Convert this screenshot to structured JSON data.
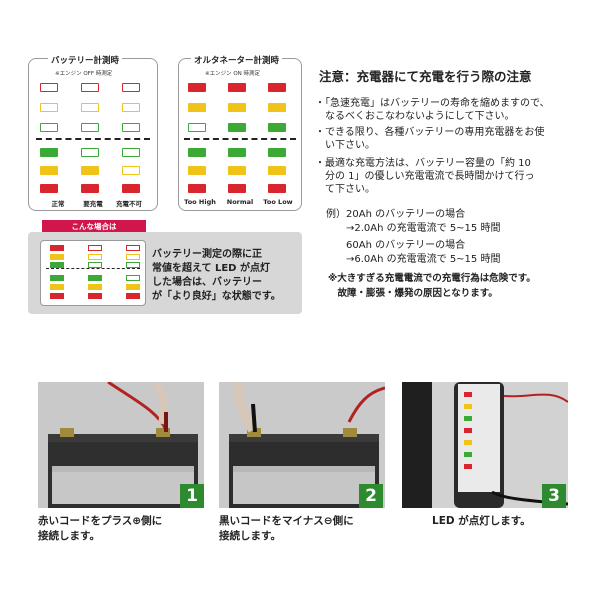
{
  "panels": {
    "battery": {
      "title": "バッテリー計測時",
      "subtitle": "※エンジン OFF 時測定",
      "labels": [
        "正常",
        "要充電",
        "充電不可"
      ]
    },
    "alternator": {
      "title": "オルタネーター計測時",
      "subtitle": "※エンジン ON 時測定",
      "labels": [
        "Too High",
        "Normal",
        "Too Low"
      ]
    }
  },
  "alert_box": {
    "tab": "こんな場合は",
    "lines": [
      "バッテリー測定の際に正",
      "常値を超えて LED が点灯",
      "した場合は、バッテリー",
      "が「より良好」な状態です。"
    ]
  },
  "notes": {
    "title": "注意：充電器にて充電を行う際の注意",
    "lines": [
      "・「急速充電」はバッテリーの寿命を縮めますので、",
      "　なるべくおこなわないようにして下さい。",
      "・できる限り、各種バッテリーの専用充電器をお使",
      "　い下さい。",
      "・最適な充電方法は、バッテリー容量の「約 10",
      "　分の 1」の優しい充電電流で長時間かけて行っ",
      "　て下さい。"
    ],
    "examples": [
      "例）20Ah のバッテリーの場合",
      "　　→2.0Ah の充電電流で 5~15 時間",
      "　　60Ah のバッテリーの場合",
      "　　→6.0Ah の充電電流で 5~15 時間"
    ],
    "warnings": [
      "※大きすぎる充電電流での充電行為は危険です。",
      "　故障・膨張・爆発の原因となります。"
    ]
  },
  "steps": [
    {
      "number": "1",
      "caption": [
        "赤いコードをプラス⊕側に",
        "接続します。"
      ]
    },
    {
      "number": "2",
      "caption": [
        "黒いコードをマイナス⊖側に",
        "接続します。"
      ]
    },
    {
      "number": "3",
      "caption": [
        "LED が点灯します。"
      ]
    }
  ],
  "colors": {
    "red": "#d9262e",
    "yellow": "#f0c318",
    "green": "#3aa935",
    "tab": "#d1164b",
    "badge": "#2e8a2e"
  }
}
